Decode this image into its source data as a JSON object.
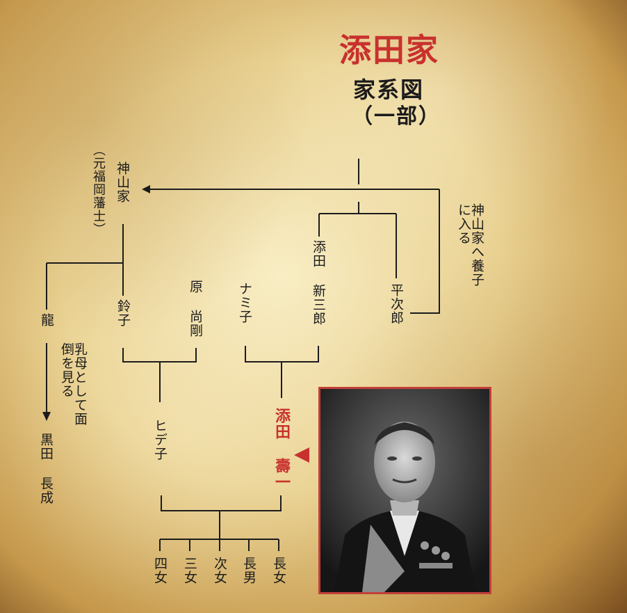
{
  "title": "添田家",
  "subtitle": "家系図",
  "subtitle_note": "（一部）",
  "people": {
    "kamiyama_house": "神山家",
    "kamiyama_note": "（元福岡藩士）",
    "soeda_shinzaburo": "添田 新三郎",
    "heijiro": "平次郎",
    "adoption_note": "神山家へ養子に入る",
    "suzuko": "鈴子",
    "ryu": "龍",
    "hara_naotake": "原 尚剛",
    "namiko": "ナミ子",
    "hideko": "ヒデ子",
    "soeda_juichi": "添田 壽一",
    "wetnurse_note": "乳母として面倒を見る",
    "kuroda_nagashige": "黒田 長成",
    "children": [
      "四女",
      "三女",
      "次女",
      "長男",
      "長女"
    ]
  },
  "colors": {
    "highlight": "#c8312e",
    "frame": "#c23f3a",
    "line": "#1b1b1b"
  }
}
